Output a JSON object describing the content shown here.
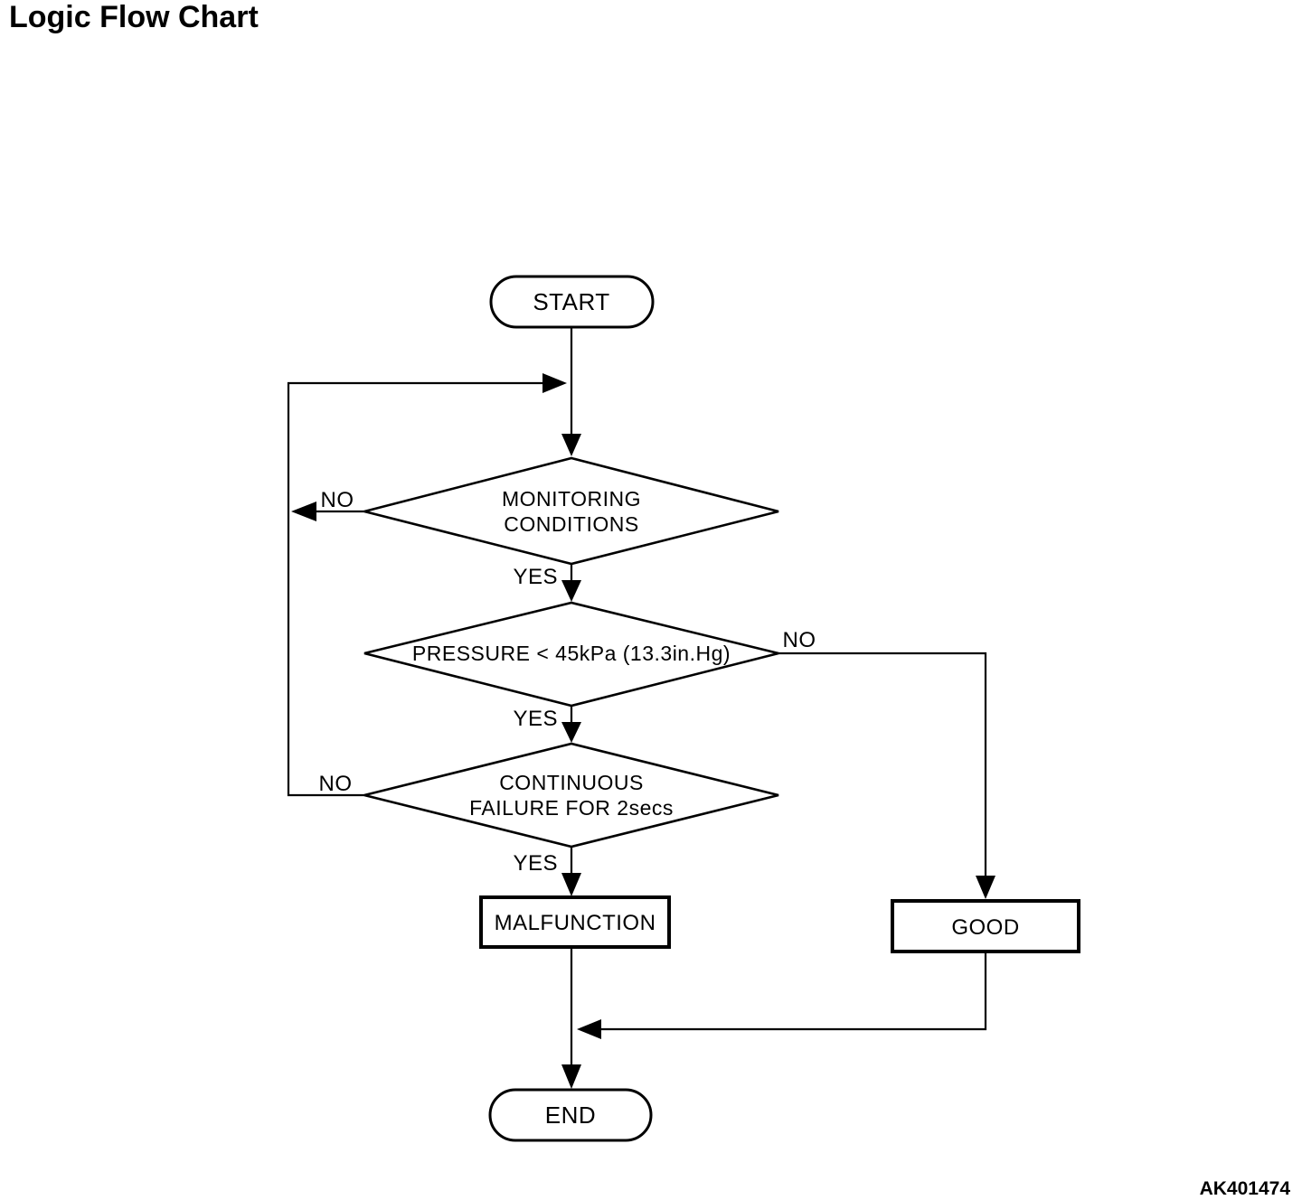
{
  "page": {
    "title": "Logic Flow Chart",
    "figure_code": "AK401474",
    "background_color": "#ffffff",
    "line_color": "#000000",
    "text_color": "#000000"
  },
  "flowchart": {
    "type": "logic-flow",
    "start": {
      "label": "START"
    },
    "decisions": [
      {
        "id": "monitoring-conditions",
        "label_line1": "MONITORING",
        "label_line2": "CONDITIONS",
        "yes_label": "YES",
        "no_label": "NO",
        "yes_goes_to": "PRESSURE < 45kPa (13.3in.Hg)",
        "no_goes_to": "loop back to start of check"
      },
      {
        "id": "pressure-check",
        "label_line1": "PRESSURE < 45kPa (13.3in.Hg)",
        "yes_label": "YES",
        "no_label": "NO",
        "yes_goes_to": "CONTINUOUS FAILURE FOR 2secs",
        "no_goes_to": "GOOD"
      },
      {
        "id": "continuous-failure",
        "label_line1": "CONTINUOUS",
        "label_line2": "FAILURE FOR 2secs",
        "yes_label": "YES",
        "no_label": "NO",
        "yes_goes_to": "MALFUNCTION",
        "no_goes_to": "loop back to start of check"
      }
    ],
    "outcomes": [
      {
        "id": "malfunction",
        "label": "MALFUNCTION"
      },
      {
        "id": "good",
        "label": "GOOD"
      }
    ],
    "end": {
      "label": "END"
    }
  }
}
